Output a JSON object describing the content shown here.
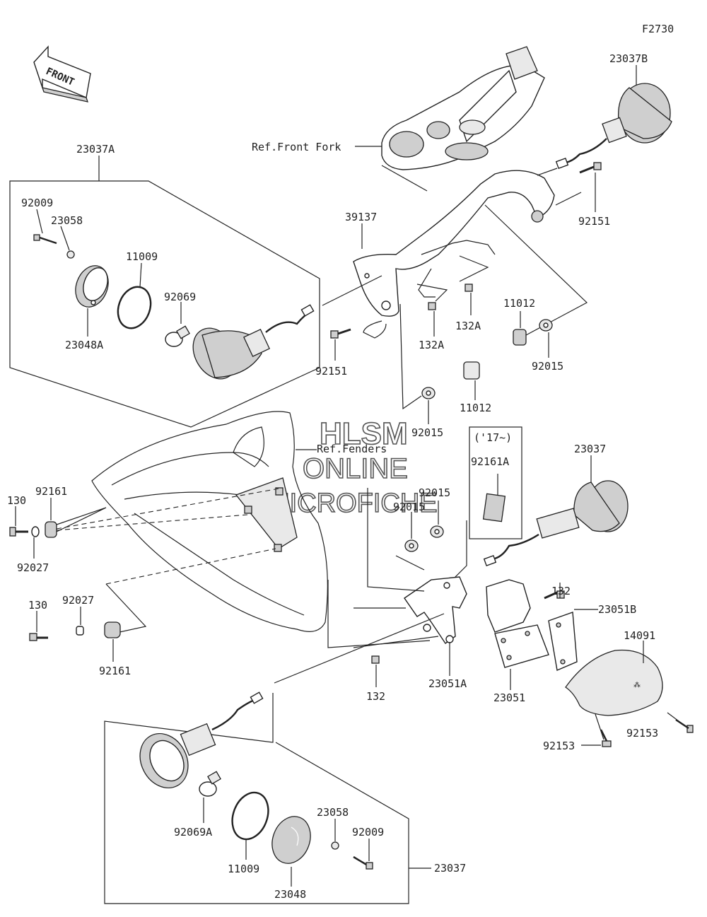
{
  "diagram": {
    "figure_code": "F2730",
    "front_label": "FRONT",
    "watermark": {
      "line1": "HLSM",
      "line2": "ONLINE",
      "line3": "MICROFICHE"
    },
    "references": {
      "front_fork": "Ref.Front Fork",
      "fenders": "Ref.Fenders"
    },
    "year_note": "('17~)",
    "parts": {
      "p23037B": "23037B",
      "p23037A": "23037A",
      "p23037_right": "23037",
      "p23037_bottom": "23037",
      "p92009_top": "92009",
      "p92009_bottom": "92009",
      "p23058_top": "23058",
      "p23058_bottom": "23058",
      "p11009_top": "11009",
      "p11009_bottom": "11009",
      "p92069": "92069",
      "p92069A": "92069A",
      "p23048A": "23048A",
      "p23048": "23048",
      "p39137": "39137",
      "p92151_right": "92151",
      "p92151_left": "92151",
      "p132A_1": "132A",
      "p132A_2": "132A",
      "p11012_1": "11012",
      "p11012_2": "11012",
      "p92015_1": "92015",
      "p92015_2": "92015",
      "p92015_3": "92015",
      "p92015_4": "92015",
      "p92161A": "92161A",
      "p130_1": "130",
      "p130_2": "130",
      "p92161_1": "92161",
      "p92161_2": "92161",
      "p92027_1": "92027",
      "p92027_2": "92027",
      "p132_1": "132",
      "p132_2": "132",
      "p23051B": "23051B",
      "p23051A": "23051A",
      "p23051": "23051",
      "p14091": "14091",
      "p92153_1": "92153",
      "p92153_2": "92153"
    }
  }
}
